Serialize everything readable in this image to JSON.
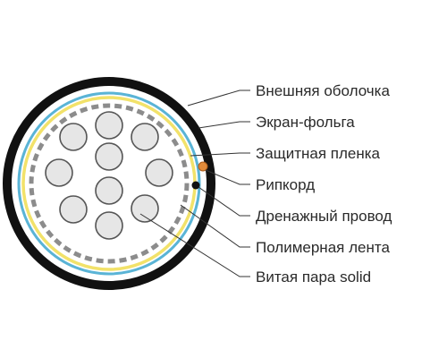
{
  "diagram": {
    "type": "cable-cross-section",
    "labels": [
      "Внешняя оболочка",
      "Экран-фольга",
      "Защитная пленка",
      "Рипкорд",
      "Дренажный провод",
      "Полимерная лента",
      "Витая пара solid"
    ]
  },
  "colors": {
    "outer_jacket": "#111111",
    "foil_shield": "#5ab4d6",
    "protective_film": "#f2e26a",
    "polymer_tape": "#8c8c8c",
    "ripcord": "#e08a3a",
    "drain_wire": "#111111",
    "conductor_fill": "#e6e6e6",
    "conductor_stroke": "#555555",
    "leader_lines": "#333333",
    "label_text": "#2a2a2a"
  }
}
